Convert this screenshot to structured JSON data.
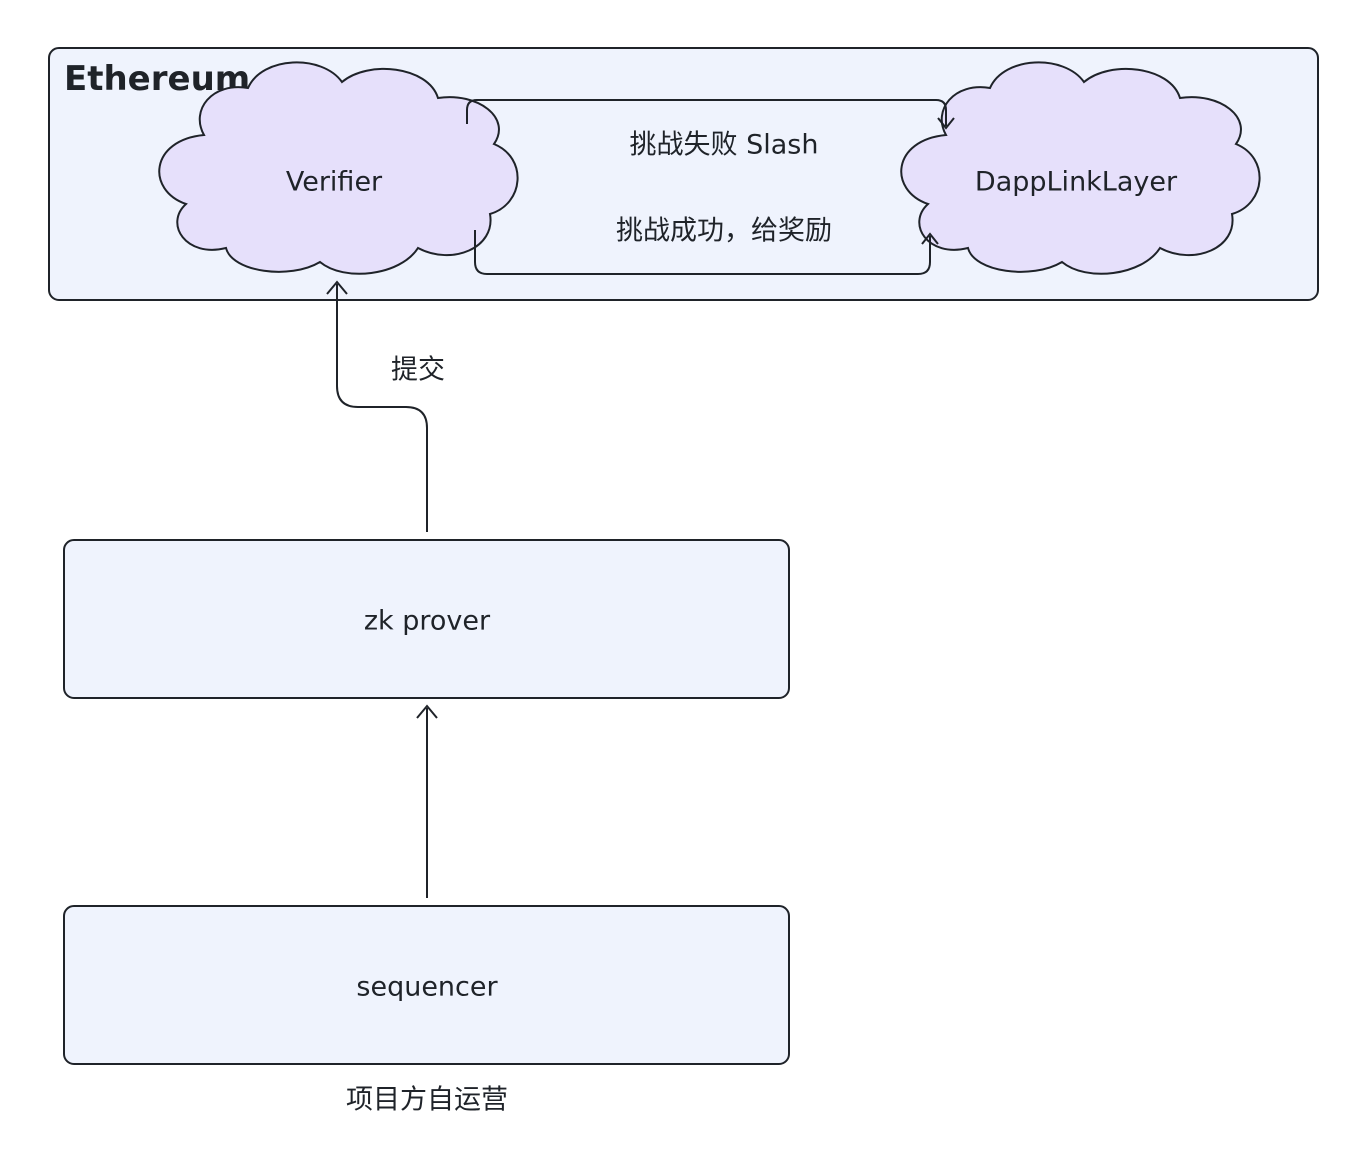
{
  "groups": {
    "ethereum": {
      "title": "Ethereum"
    }
  },
  "nodes": {
    "verifier": {
      "label": "Verifier",
      "shape": "cloud"
    },
    "dapplink": {
      "label": "DappLinkLayer",
      "shape": "cloud"
    },
    "zk_prover": {
      "label": "zk prover",
      "shape": "rounded-rect"
    },
    "sequencer": {
      "label": "sequencer",
      "shape": "rounded-rect"
    }
  },
  "edges": {
    "challenge_fail": {
      "label": "挑战失败  Slash",
      "from": "Verifier",
      "to": "DappLinkLayer"
    },
    "challenge_success": {
      "label": "挑战成功，给奖励",
      "from": "Verifier",
      "to": "DappLinkLayer"
    },
    "submit": {
      "label": "提交",
      "from": "zk prover",
      "to": "Verifier"
    },
    "feed": {
      "label": "",
      "from": "sequencer",
      "to": "zk prover"
    }
  },
  "notes": {
    "self_operated": "项目方自运营"
  },
  "colors": {
    "box_fill": "#eff3fd",
    "cloud_fill": "#e6e0fb",
    "stroke": "#1f2329",
    "text": "#1f2329"
  }
}
